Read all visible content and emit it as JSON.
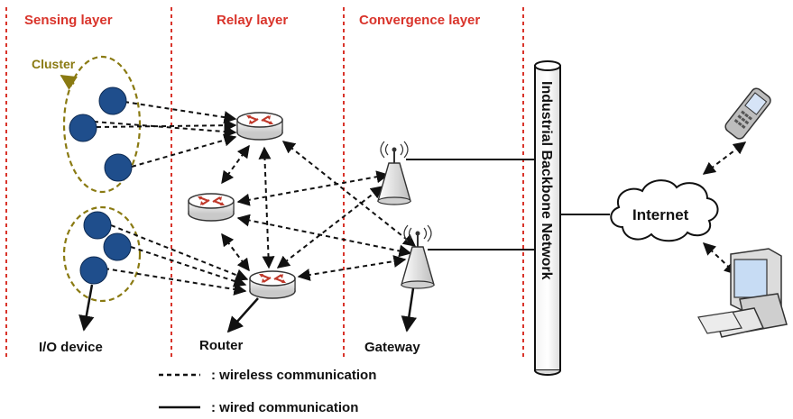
{
  "layers": {
    "sensing": "Sensing layer",
    "relay": "Relay layer",
    "convergence": "Convergence layer"
  },
  "labels": {
    "cluster": "Cluster",
    "io_device": "I/O device",
    "router": "Router",
    "gateway": "Gateway",
    "internet": "Internet",
    "backbone": "Industrial Backbone Network"
  },
  "legend": {
    "wireless": ": wireless communication",
    "wired": ": wired communication"
  },
  "colors": {
    "layer_divider": "#d9342b",
    "cluster_outline": "#8a7a12",
    "node_fill": "#1f4e8c",
    "router_arrow": "#c0392b"
  }
}
